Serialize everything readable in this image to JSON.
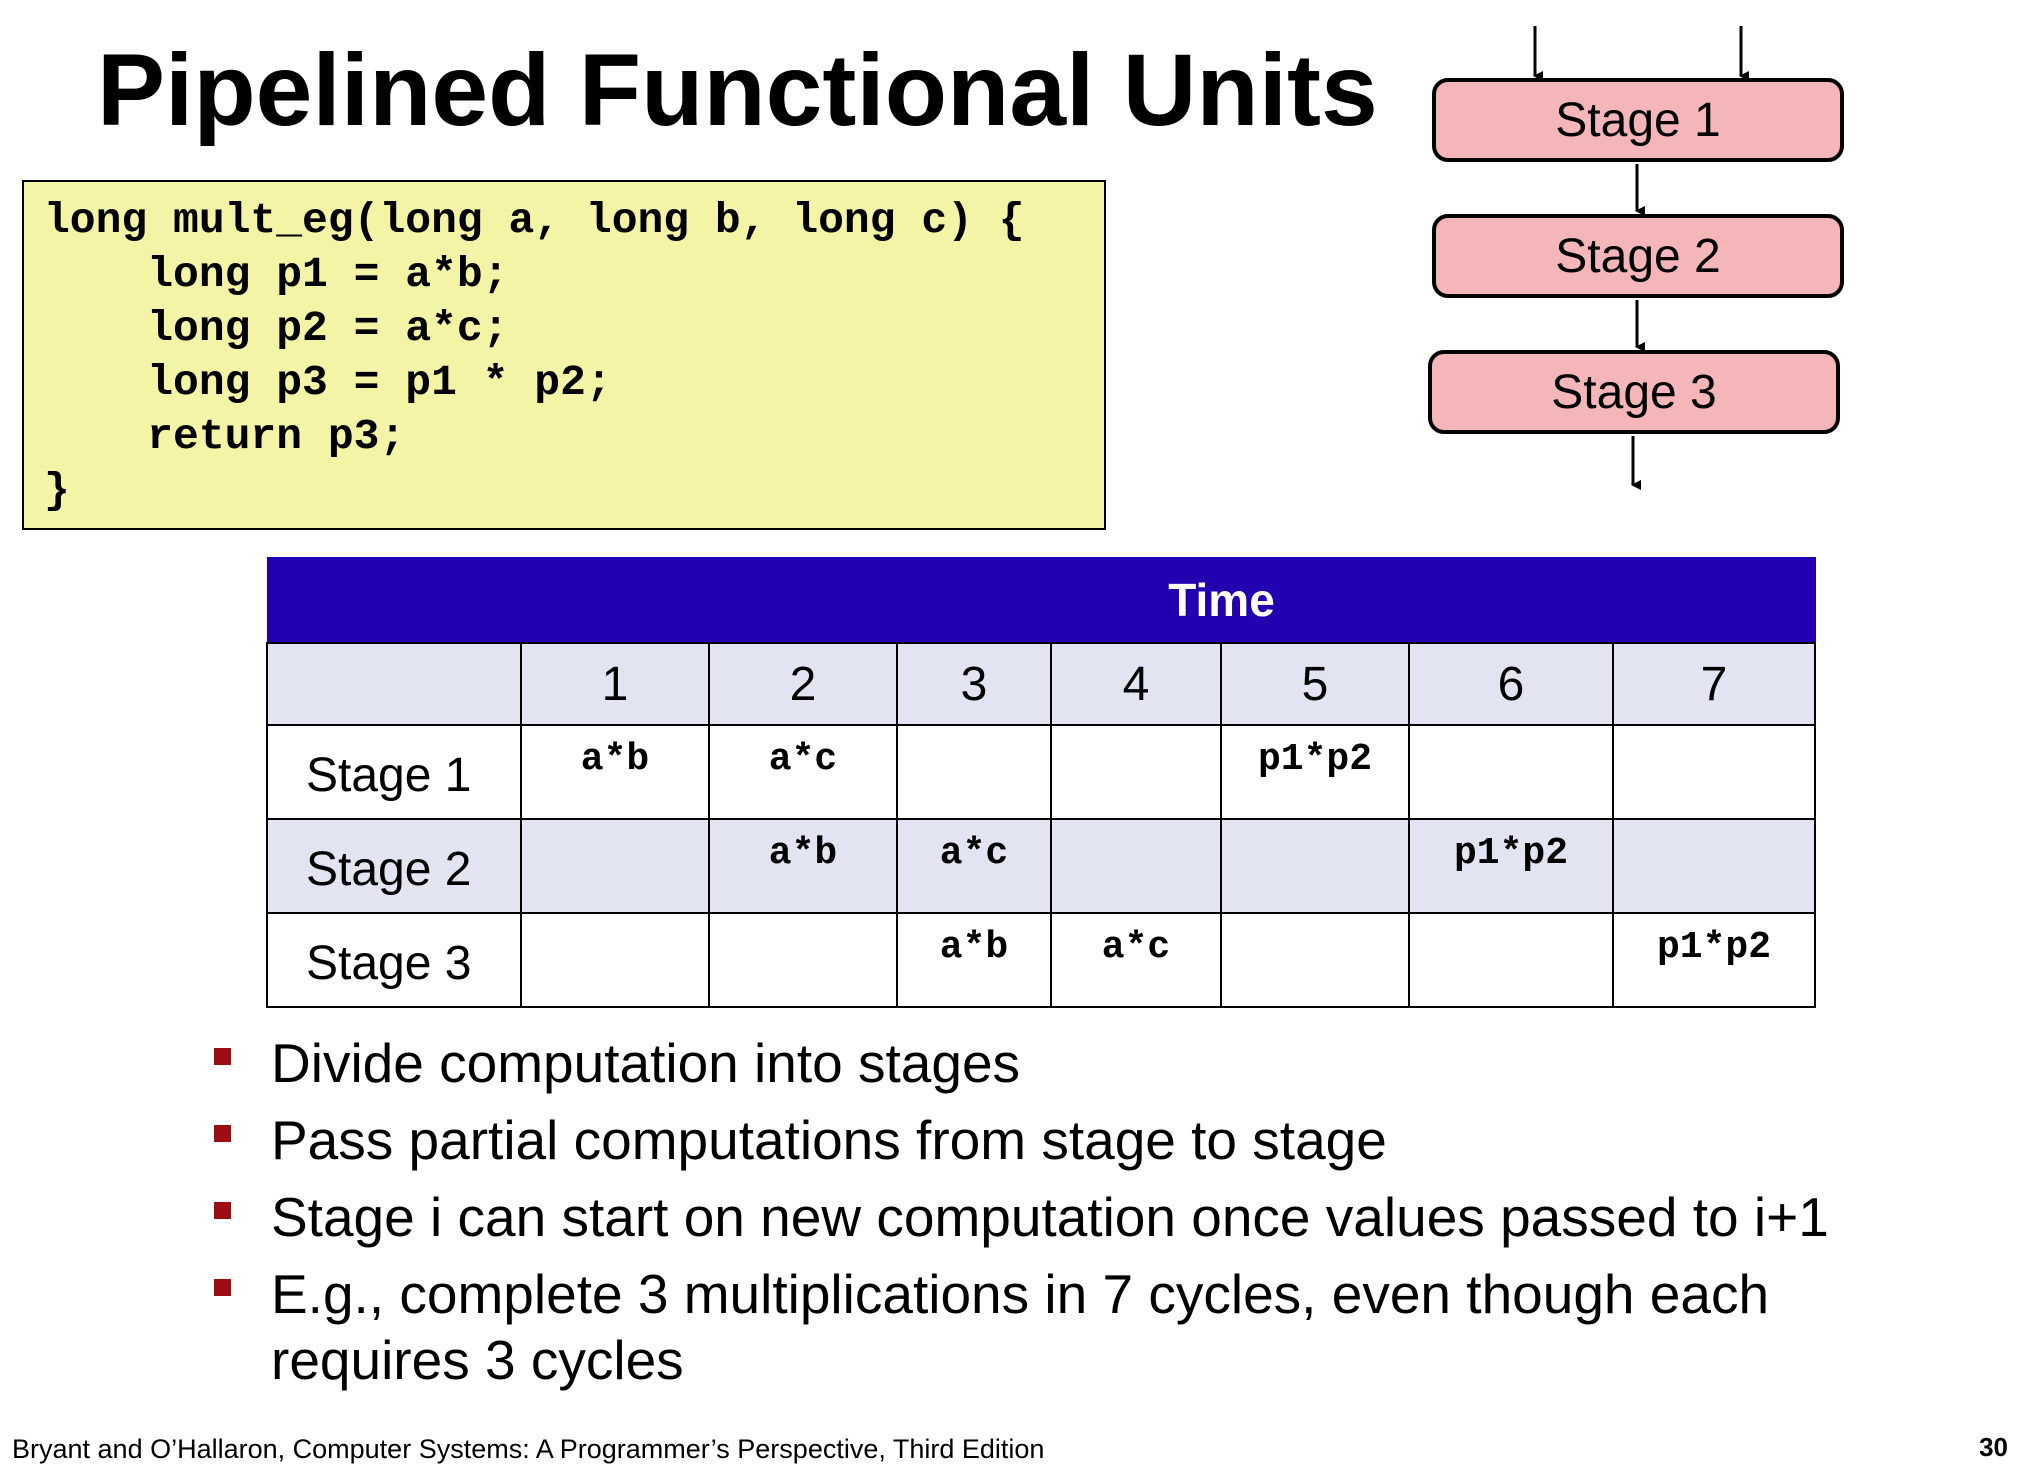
{
  "slide": {
    "title": "Pipelined Functional Units",
    "page_number": "30",
    "footer": "Bryant and O’Hallaron, Computer Systems: A Programmer’s Perspective, Third Edition"
  },
  "code": {
    "lines": [
      "long mult_eg(long a, long b, long c) {",
      "    long p1 = a*b;",
      "    long p2 = a*c;",
      "    long p3 = p1 * p2;",
      "    return p3;",
      "}"
    ]
  },
  "pipeline": {
    "stages": [
      "Stage 1",
      "Stage 2",
      "Stage 3"
    ]
  },
  "schedule": {
    "header": "Time",
    "columns": [
      "1",
      "2",
      "3",
      "4",
      "5",
      "6",
      "7"
    ],
    "rows": [
      {
        "label": "Stage 1",
        "cells": [
          "a*b",
          "a*c",
          "",
          "",
          "p1*p2",
          "",
          ""
        ]
      },
      {
        "label": "Stage 2",
        "cells": [
          "",
          "a*b",
          "a*c",
          "",
          "",
          "p1*p2",
          ""
        ]
      },
      {
        "label": "Stage 3",
        "cells": [
          "",
          "",
          "a*b",
          "a*c",
          "",
          "",
          "p1*p2"
        ]
      }
    ]
  },
  "bullets": [
    "Divide computation into stages",
    "Pass partial computations from stage to stage",
    "Stage i can start on new computation once values passed to i+1",
    "E.g., complete 3 multiplications in 7 cycles, even though each requires 3 cycles"
  ],
  "colors": {
    "code_bg": "#f3f4a6",
    "stage_fill": "#f4b6b9",
    "time_header": "#2200b0",
    "row_shade": "#e3e4f2",
    "bullet_mark": "#9b0f12"
  }
}
